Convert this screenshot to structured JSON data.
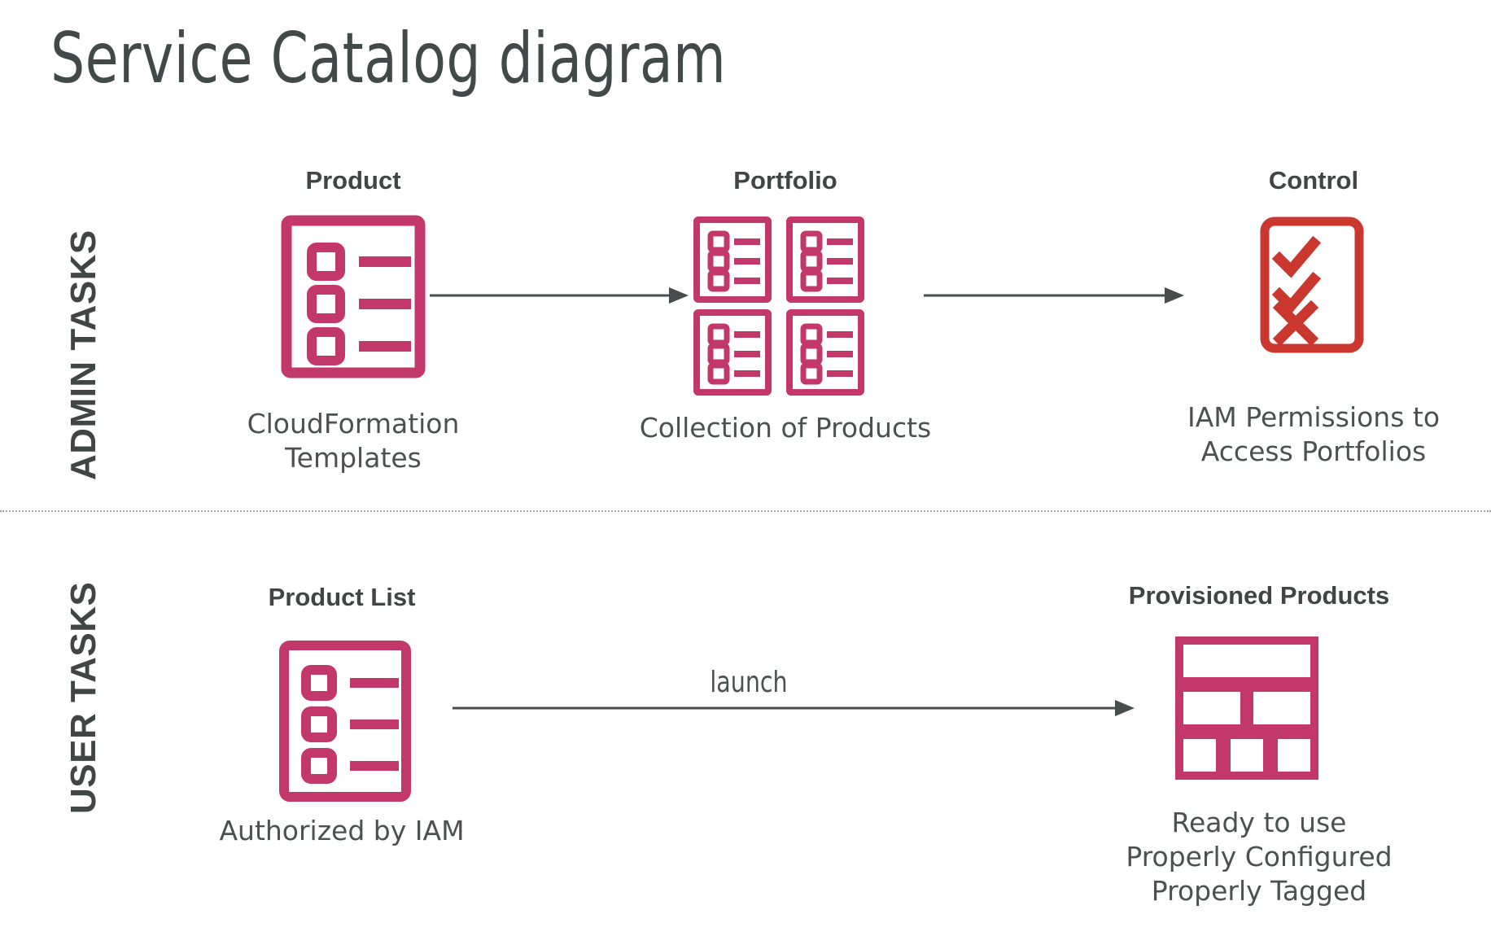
{
  "title": "Service Catalog diagram",
  "colors": {
    "crimson": "#c2386a",
    "red": "#c9372f",
    "text_dark": "#3f4644",
    "text_body": "#4a5150",
    "arrow": "#474c4c",
    "divider": "#9aa0a0",
    "background": "#ffffff"
  },
  "sections": [
    {
      "id": "admin",
      "label": "ADMIN TASKS",
      "nodes": [
        {
          "id": "product",
          "heading": "Product",
          "icon": "product-document-icon",
          "caption": [
            "CloudFormation",
            "Templates"
          ]
        },
        {
          "id": "portfolio",
          "heading": "Portfolio",
          "icon": "portfolio-grid-icon",
          "caption": [
            "Collection of Products"
          ]
        },
        {
          "id": "control",
          "heading": "Control",
          "icon": "control-checklist-icon",
          "caption": [
            "IAM Permissions to",
            "Access Portfolios"
          ]
        }
      ],
      "connectors": [
        {
          "id": "product-to-portfolio",
          "label": ""
        },
        {
          "id": "portfolio-to-control",
          "label": ""
        }
      ]
    },
    {
      "id": "user",
      "label": "USER TASKS",
      "nodes": [
        {
          "id": "product-list",
          "heading": "Product List",
          "icon": "product-list-icon",
          "caption": [
            "Authorized by IAM"
          ]
        },
        {
          "id": "provisioned-products",
          "heading": "Provisioned Products",
          "icon": "provisioned-blocks-icon",
          "caption": [
            "Ready to use",
            "Properly Configured",
            "Properly Tagged"
          ]
        }
      ],
      "connectors": [
        {
          "id": "launch-arrow",
          "label": "launch"
        }
      ]
    }
  ]
}
